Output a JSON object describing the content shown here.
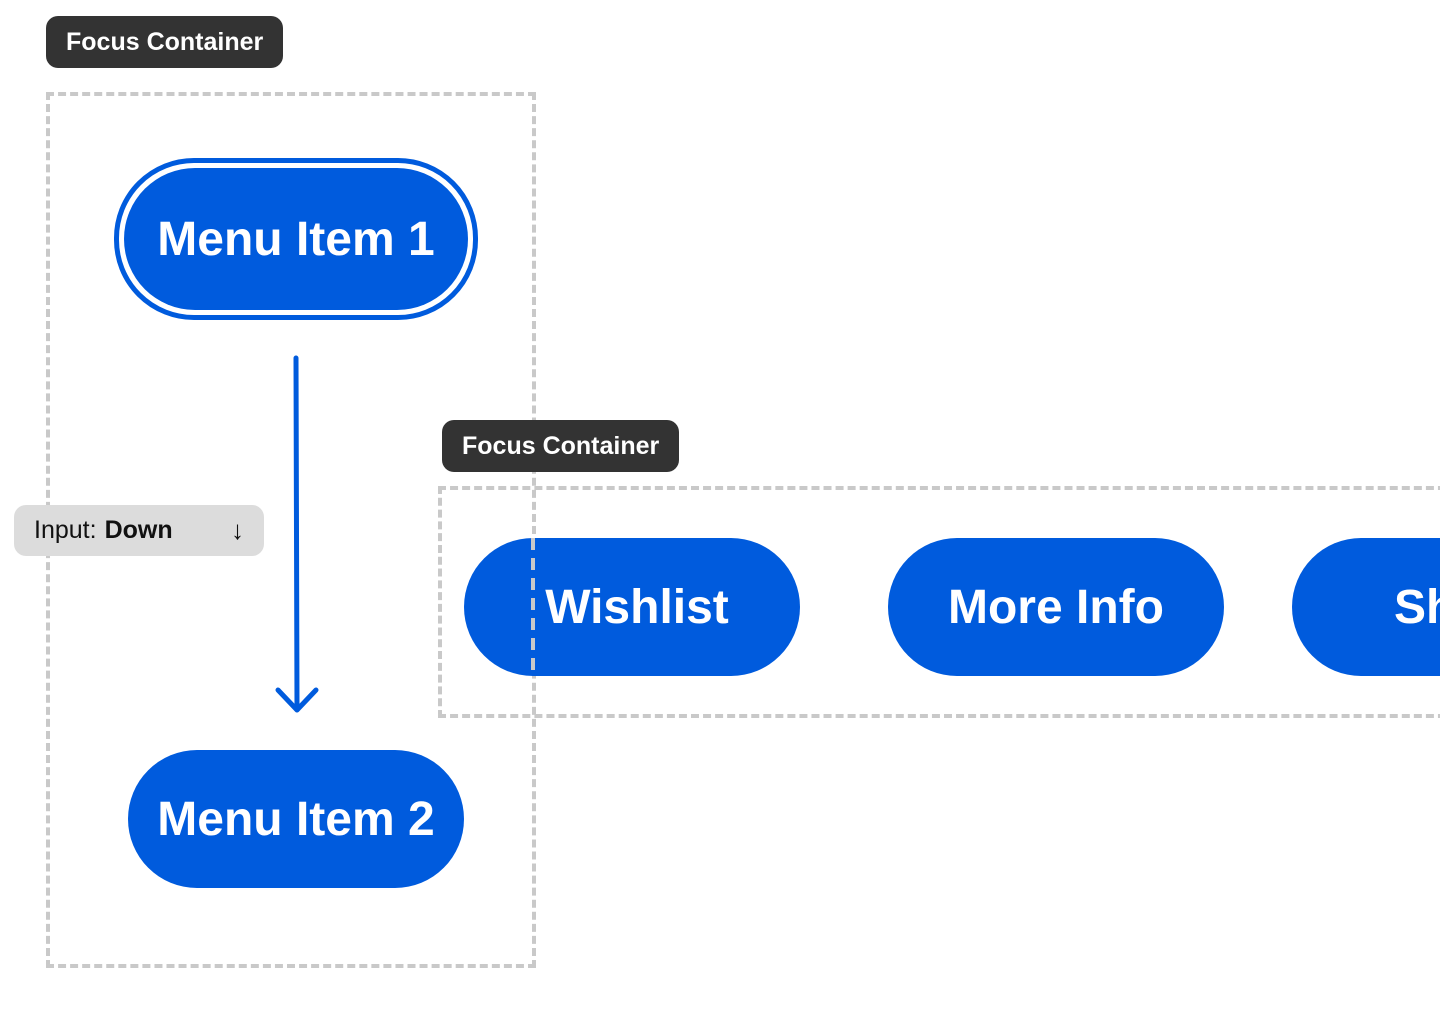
{
  "colors": {
    "button_blue": "#005bdd",
    "label_bg": "#333333",
    "dashed_border": "#c9c9c9",
    "input_pill_bg": "#dcdcdc"
  },
  "container_1": {
    "label": "Focus Container",
    "items": [
      {
        "label": "Menu Item 1",
        "focused": true
      },
      {
        "label": "Menu Item 2",
        "focused": false
      }
    ]
  },
  "container_2": {
    "label": "Focus Container",
    "items": [
      {
        "label": "Wishlist"
      },
      {
        "label": "More Info"
      },
      {
        "label": "Sh"
      }
    ]
  },
  "input_hint": {
    "prefix": "Input:",
    "direction": "Down",
    "arrow_glyph": "↓",
    "icon": "down-arrow-icon"
  }
}
